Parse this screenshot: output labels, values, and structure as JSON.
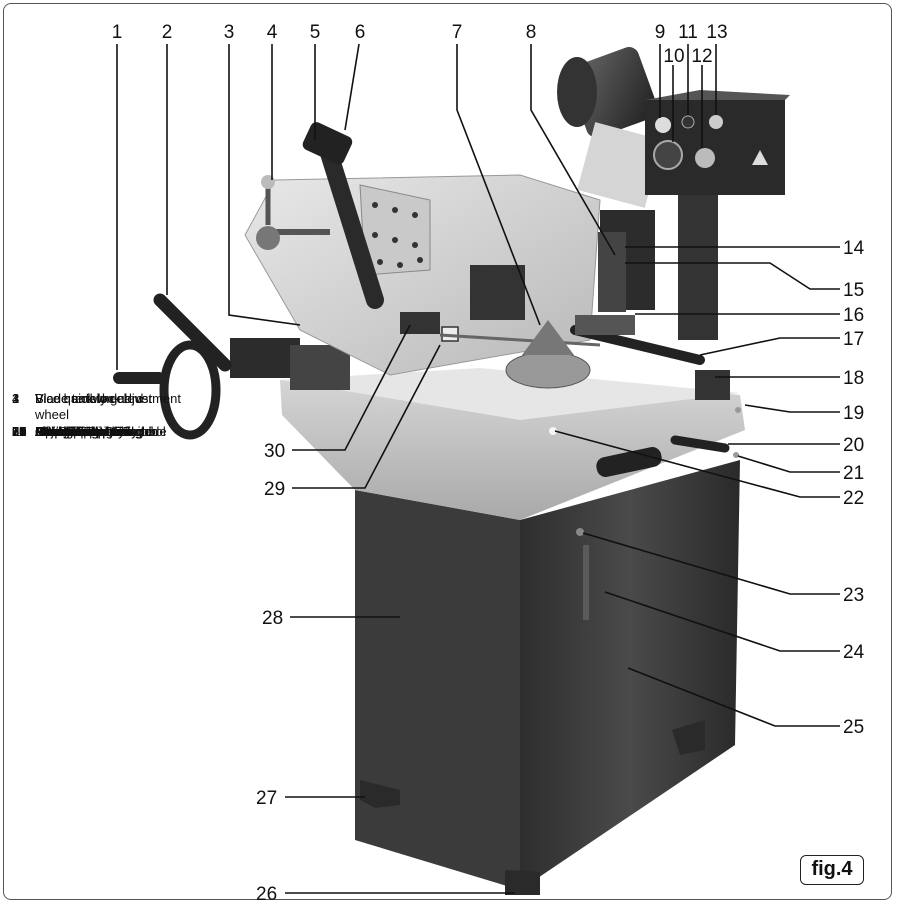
{
  "figure_label": "fig.4",
  "legend": [
    {
      "n": "1",
      "text": "Vice handwheel"
    },
    {
      "n": "2",
      "text": "Vice quick lock lever"
    },
    {
      "n": "3",
      "text": "Blade safety guard"
    },
    {
      "n": "4",
      "text": "Blade tension adjustment wheel"
    },
    {
      "n": "5",
      "text": "Handgrip control"
    },
    {
      "n": "6",
      "text": "Microswitch"
    },
    {
      "n": "7",
      "text": "Blade"
    },
    {
      "n": "8",
      "text": "Fixed blade guide"
    },
    {
      "n": "9",
      "text": "Power lamp"
    },
    {
      "n": "10",
      "text": "Mains power switch"
    },
    {
      "n": "11",
      "text": "Option switch"
    },
    {
      "n": "12",
      "text": "Emergency OFF"
    },
    {
      "n": "13",
      "text": "ON/OFF Switch"
    },
    {
      "n": "14",
      "text": "Auto OFF limit switch"
    },
    {
      "n": "15",
      "text": "Bow damper cylinder"
    },
    {
      "n": "16",
      "text": "Stop bracket"
    },
    {
      "n": "17",
      "text": "Stop rod"
    },
    {
      "n": "18",
      "text": "Coolant pump"
    },
    {
      "n": "19",
      "text": "Lifting hole"
    },
    {
      "n": "20",
      "text": "Bow pivot lock"
    },
    {
      "n": "21",
      "text": "Machine bed fixing"
    },
    {
      "n": "22",
      "text": "Lifting hole"
    },
    {
      "n": "23",
      "text": "Machine bed fixing"
    },
    {
      "n": "24",
      "text": "Access hatch"
    },
    {
      "n": "25",
      "text": "Stand front panel"
    },
    {
      "n": "26",
      "text": "Floor fixing point"
    },
    {
      "n": "27",
      "text": "Floor fixing point"
    },
    {
      "n": "28",
      "text": "Stand end panel"
    },
    {
      "n": "29",
      "text": "Blade direction symbol"
    },
    {
      "n": "30",
      "text": "Adjustable blade guide"
    }
  ],
  "callouts": {
    "c1": "1",
    "c2": "2",
    "c3": "3",
    "c4": "4",
    "c5": "5",
    "c6": "6",
    "c7": "7",
    "c8": "8",
    "c9": "9",
    "c10": "10",
    "c11": "11",
    "c12": "12",
    "c13": "13",
    "c14": "14",
    "c15": "15",
    "c16": "16",
    "c17": "17",
    "c18": "18",
    "c19": "19",
    "c20": "20",
    "c21": "21",
    "c22": "22",
    "c23": "23",
    "c24": "24",
    "c25": "25",
    "c26": "26",
    "c27": "27",
    "c28": "28",
    "c29": "29",
    "c30": "30"
  }
}
